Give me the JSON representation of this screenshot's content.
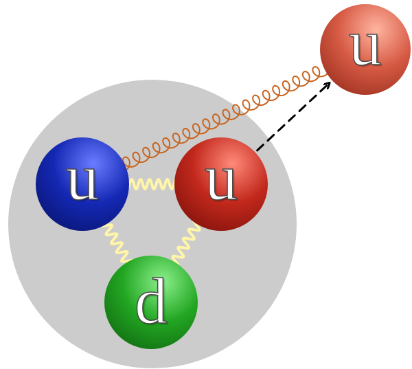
{
  "diagram": {
    "nodes": [
      {
        "text": [
          "u"
        ]
      },
      {
        "text": [
          "u"
        ]
      },
      {
        "text": [
          "d"
        ]
      },
      {
        "text": [
          "u"
        ]
      }
    ],
    "edges": [
      {
        "from": 0,
        "to": 1,
        "arrow": "none"
      },
      {
        "from": 0,
        "to": 2,
        "arrow": "none"
      },
      {
        "from": 1,
        "to": 2,
        "arrow": "none"
      },
      {
        "from": 0,
        "to": 3,
        "arrow": "none"
      },
      {
        "from": 1,
        "to": 3,
        "arrow": "to"
      }
    ]
  }
}
